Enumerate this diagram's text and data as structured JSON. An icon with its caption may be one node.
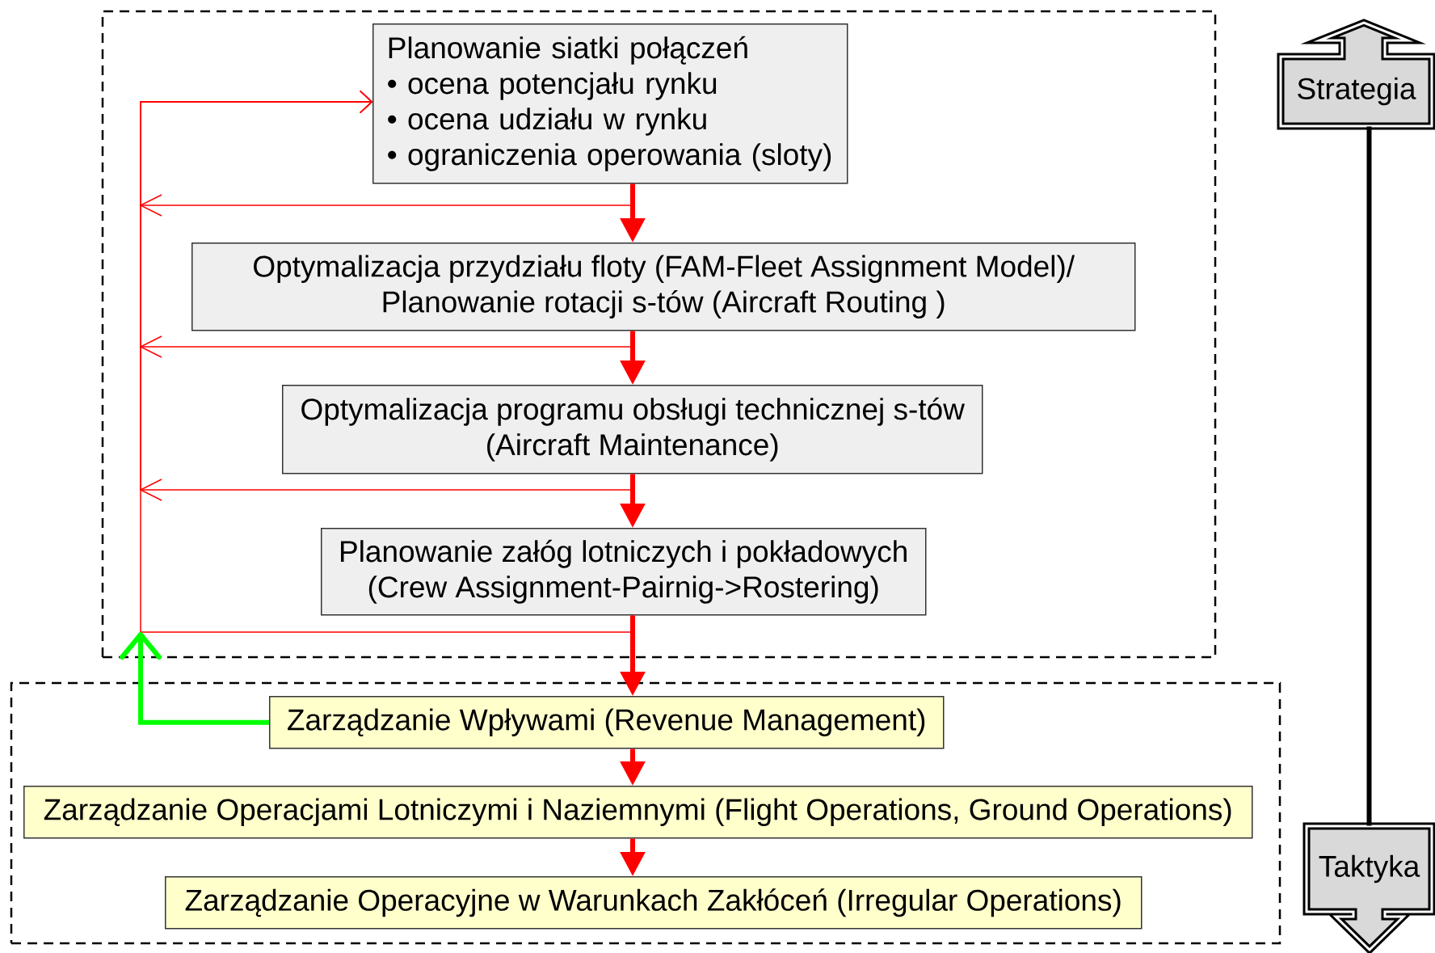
{
  "diagram": {
    "nodes": [
      {
        "text": [],
        "shape": "box"
      },
      {
        "text": [],
        "shape": "box"
      },
      {
        "text": [
          "Planowanie siatki połączeń",
          "• ocena potencjału rynku",
          "• ocena udziału w rynku",
          "• ograniczenia operowania (sloty)"
        ],
        "in": 0
      },
      {
        "text": [
          "Optymalizacja przydziału floty (FAM-Fleet Assignment Model)/ Planowanie rotacji s-tów (Aircraft Routing )"
        ],
        "in": 0
      },
      {
        "text": [
          "Optymalizacja programu obsługi technicznej s-tów (Aircraft Maintenance)"
        ],
        "in": 0
      },
      {
        "text": [
          "Planowanie załóg lotniczych i pokładowych (Crew Assignment-Pairnig->Rostering)"
        ],
        "in": 0
      },
      {
        "text": [
          "Zarządzanie Wpływami (Revenue Management)"
        ],
        "in": 1
      },
      {
        "text": [
          "Zarządzanie Operacjami Lotniczymi i Naziemnymi (Flight Operations, Ground Operations)"
        ],
        "in": 1
      },
      {
        "text": [
          "Zarządzanie Operacyjne w Warunkach Zakłóceń (Irregular Operations)"
        ],
        "in": 1
      },
      {
        "text": [
          "Strategia"
        ]
      },
      {
        "text": [
          "Taktyka"
        ]
      }
    ],
    "edges": [
      {
        "from": 2,
        "to": 3,
        "arrow": "to"
      },
      {
        "from": 3,
        "to": 4,
        "arrow": "to"
      },
      {
        "from": 4,
        "to": 5,
        "arrow": "to"
      },
      {
        "from": 5,
        "to": 6,
        "arrow": "to"
      },
      {
        "from": 6,
        "to": 7,
        "arrow": "to"
      },
      {
        "from": 7,
        "to": 8,
        "arrow": "to"
      },
      {
        "from": 2,
        "to": 2,
        "arrow": "to"
      },
      {
        "from": 3,
        "to": 2,
        "arrow": "to"
      },
      {
        "from": 4,
        "to": 2,
        "arrow": "to"
      },
      {
        "from": 5,
        "to": 2,
        "arrow": "to"
      },
      {
        "from": 6,
        "to": 0,
        "arrow": "to",
        "color": "#00ff00"
      },
      {
        "from": 9,
        "to": 10,
        "arrow": "none",
        "color": "#000000"
      }
    ]
  }
}
